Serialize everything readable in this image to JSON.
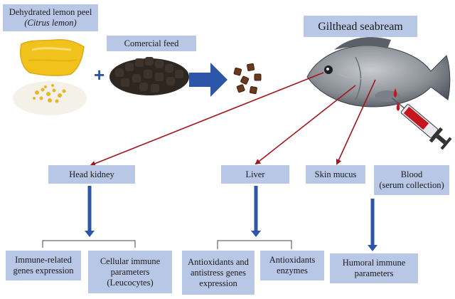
{
  "title": "Gilthead seabream",
  "lemon": {
    "line1": "Dehydrated lemon peel",
    "line2": "Citrus lemon"
  },
  "feed": "Comercial feed",
  "plus": "+",
  "tissues": {
    "head_kidney": "Head kidney",
    "liver": "Liver",
    "skin_mucus": "Skin mucus",
    "blood_line1": "Blood",
    "blood_line2": "(serum collection)"
  },
  "outputs": {
    "immune_genes": [
      "Immune-related",
      "genes expression"
    ],
    "cellular": [
      "Cellular immune",
      "parameters",
      "(Leucocytes)"
    ],
    "antiox_genes": [
      "Antioxidants and",
      "antistress genes",
      "expression"
    ],
    "antiox_enzymes": [
      "Antioxidants",
      "enzymes"
    ],
    "humoral": [
      "Humoral immune",
      "parameters"
    ]
  },
  "colors": {
    "box": "#b9c7e6",
    "arrow_blue": "#2d56a8",
    "arrow_red": "#a3161c"
  }
}
